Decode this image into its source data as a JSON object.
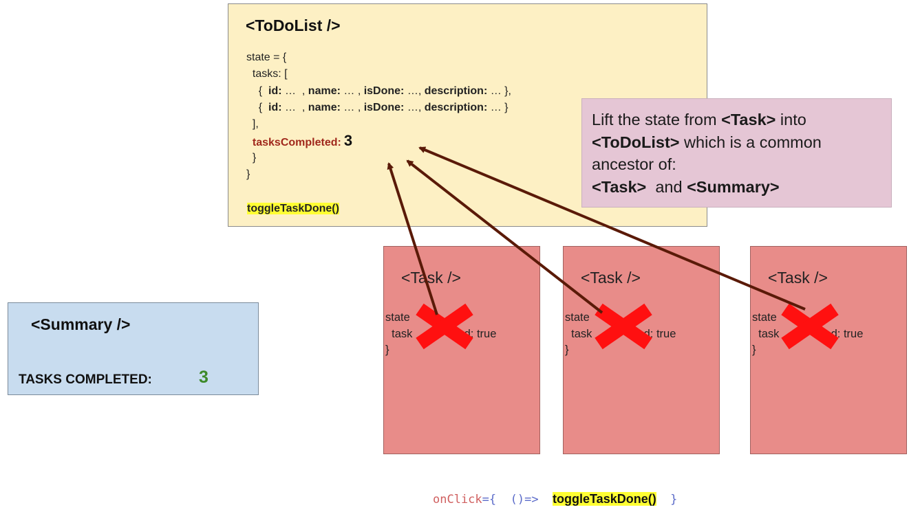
{
  "todolist": {
    "title": "<ToDoList />",
    "state_open": "state = {",
    "tasks_open": "  tasks: [",
    "task_item": {
      "open": "    {  ",
      "id_key": "id:",
      "id_val": " …  , ",
      "name_key": "name:",
      "name_val": " … , ",
      "isdone_key": "isDone:",
      "isdone_val": " …, ",
      "desc_key": "description:",
      "desc_val": " … },"
    },
    "task_item2": {
      "open": "    {  ",
      "id_key": "id:",
      "id_val": " …  , ",
      "name_key": "name:",
      "name_val": " … , ",
      "isdone_key": "isDone:",
      "isdone_val": " …, ",
      "desc_key": "description:",
      "desc_val": " … }"
    },
    "tasks_close": "  ],",
    "tasks_completed_label": "tasksCompleted:",
    "tasks_completed_value": "3",
    "inner_close": "  }",
    "state_close": "}",
    "toggle_fn": "toggleTaskDone()"
  },
  "callout": {
    "t1": "Lift the state from ",
    "t2": "<Task>",
    "t3": " into",
    "t4": "<ToDoList>",
    "t5": " which is a common",
    "t6": "ancestor of:",
    "t7": "<Task>",
    "t8": "  and ",
    "t9": "<Summary>"
  },
  "summary": {
    "title": "<Summary />",
    "label": "TASKS COMPLETED:",
    "value": "3"
  },
  "tasks": [
    {
      "title": "<Task />",
      "l1": "state",
      "l2": "  task",
      "l3": "ed: true",
      "l4": "}"
    },
    {
      "title": "<Task />",
      "l1": "state",
      "l2": "  task",
      "l3": "ed: true",
      "l4": "}"
    },
    {
      "title": "<Task />",
      "l1": "state",
      "l2": "  task",
      "l3": "ed: true",
      "l4": "}"
    }
  ],
  "onclick": {
    "kw": "onClick",
    "eq": "={",
    "arrow": "  ()=>  ",
    "fn": "toggleTaskDone()",
    "close": "  }"
  },
  "colors": {
    "todolist_bg": "#fdf0c4",
    "callout_bg": "#e5c6d5",
    "summary_bg": "#c8dcef",
    "task_bg": "#e88c89",
    "arrow": "#5a1a08",
    "cross": "#ff1010",
    "highlight": "#ffff33",
    "summary_value": "#3d8a2a",
    "tasks_completed_label": "#a0281c"
  },
  "icons": [
    "cross-icon",
    "arrow-icon"
  ]
}
